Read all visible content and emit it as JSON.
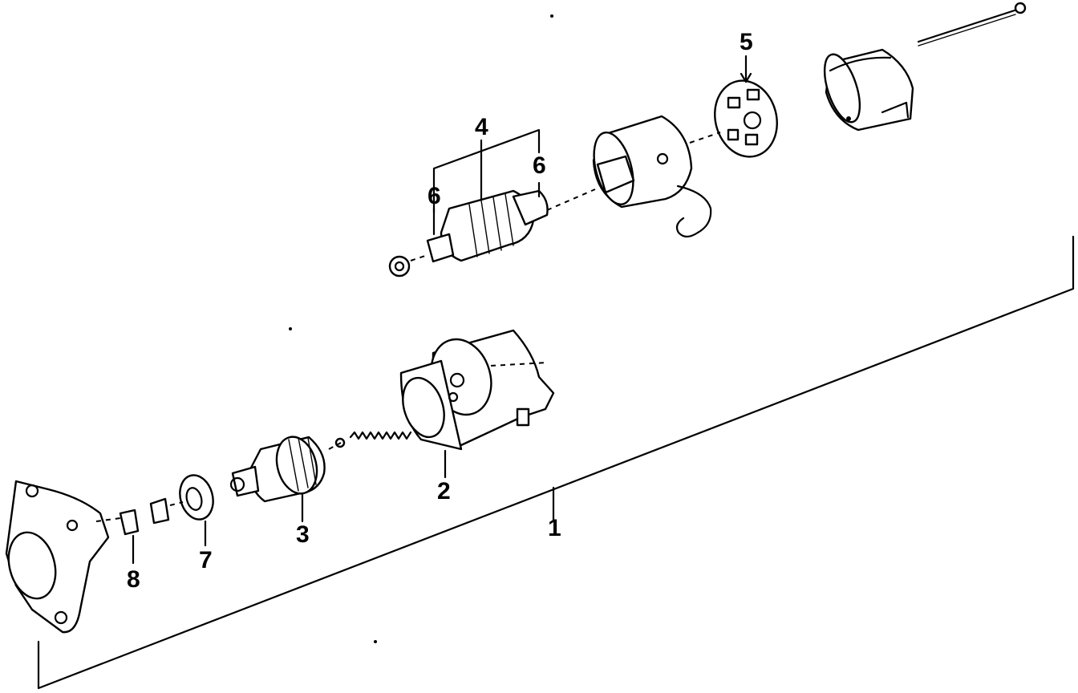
{
  "diagram": {
    "callouts": {
      "assembly": "1",
      "drive_housing": "2",
      "clutch": "3",
      "armature": "4",
      "brush_holder": "5",
      "bearing_left": "6",
      "bearing_right": "6",
      "idler_gear": "7",
      "retainer": "8"
    }
  }
}
